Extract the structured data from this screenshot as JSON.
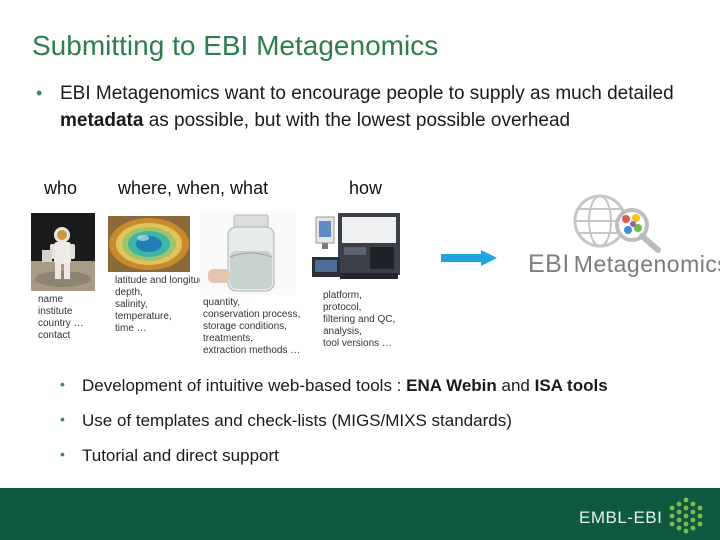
{
  "slide": {
    "title": "Submitting to EBI Metagenomics",
    "main_bullet": {
      "before": "EBI Metagenomics want to encourage people to supply as much detailed ",
      "bold": "metadata",
      "after": " as possible, but with the lowest possible overhead"
    },
    "columns": {
      "who": "who",
      "where_when_what": "where, when, what",
      "how": "how"
    },
    "who_list": "name\ninstitute\ncountry …\ncontact",
    "where_list": "latitude and longitude\ndepth,\nsalinity,\ntemperature,\ntime …",
    "what_list": "quantity,\nconservation process,\nstorage conditions,\ntreatments,\nextraction methods …",
    "how_list": "platform,\nprotocol,\nfiltering and QC,\nanalysis,\ntool versions …",
    "ebi_logo": {
      "ebi": "EBI",
      "metagenomics": "Metagenomics"
    },
    "sub_bullets": [
      {
        "before": "Development of intuitive web-based tools : ",
        "bold1": "ENA Webin",
        "mid": " and ",
        "bold2": "ISA tools"
      },
      {
        "text": "Use of templates and check-lists (MIGS/MIXS standards)"
      },
      {
        "text": "Tutorial and direct support"
      }
    ],
    "footer_brand": "EMBL-EBI"
  },
  "colors": {
    "title_green": "#2e7d4f",
    "footer_green": "#0e5a41",
    "arrow_blue": "#1ea5e0"
  },
  "icons": [
    "astronaut-photo",
    "hot-spring-photo",
    "sample-jar-photo",
    "sequencer-photo",
    "right-arrow-icon",
    "ebi-metagenomics-logo",
    "embl-ebi-cube-logo"
  ]
}
